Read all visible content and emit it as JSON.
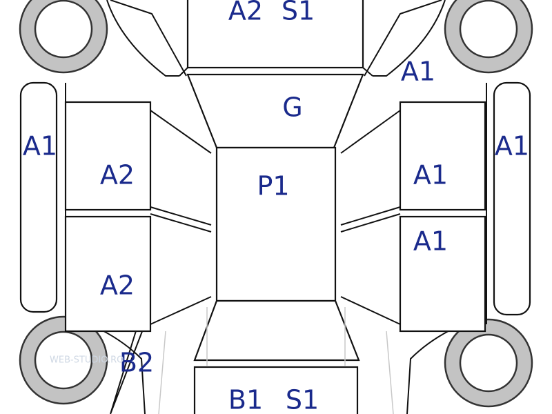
{
  "labels": {
    "roof_top": "A2",
    "roof_top_s": "S1",
    "hood_right": "A1",
    "windshield": "G",
    "left_sill": "A1",
    "left_front_door": "A2",
    "roof_center": "P1",
    "right_front_door": "A1",
    "right_sill": "A1",
    "right_rear_door": "A1",
    "left_rear_door": "A2",
    "rear_left": "B2",
    "bottom_b": "B1",
    "bottom_s": "S1"
  },
  "watermark": "WEB-STUDIO.RO",
  "colors": {
    "label": "#1a2a8c",
    "tyre": "#c3c3c3",
    "outline": "#111111"
  }
}
